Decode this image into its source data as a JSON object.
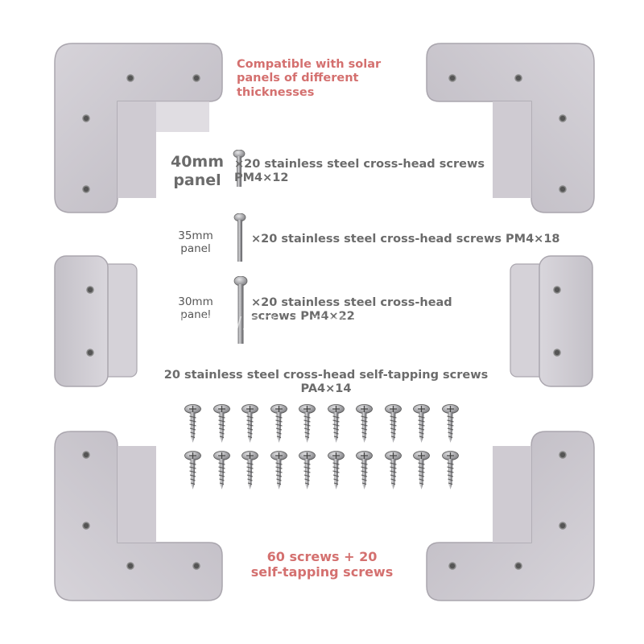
{
  "compatibility_note": "Compatible with solar panels of different thicknesses",
  "compatibility_lines": [
    "Compatible with solar",
    "panels of different",
    "thicknesses"
  ],
  "panel_40": {
    "size": "40mm",
    "unit": "panel",
    "desc_line1": "×20 stainless steel cross-head screws",
    "desc_line2": "PM4×12"
  },
  "panel_35": {
    "size": "35mm",
    "unit": "panel",
    "desc": "×20 stainless steel cross-head screws PM4×18"
  },
  "panel_30": {
    "size": "30mm",
    "unit": "panel",
    "desc_line1": "×20 stainless steel cross-head",
    "desc_line2": "screws PM4×22"
  },
  "self_tapping": {
    "line1": "20 stainless steel cross-head self-tapping screws",
    "line2": "PA4×14"
  },
  "total": {
    "line1": "60 screws + 20",
    "line2": "self-tapping screws"
  },
  "watermark": "厦门一兴源/厦门一兴源/厦门一兴源/厦门一兴源",
  "colors": {
    "accent_red": "#d4706f",
    "text_gray": "#6b6b6b",
    "bracket_gray": "#c9c6cc"
  },
  "self_tapping_screw_rows": 2,
  "self_tapping_screws_per_row": 10
}
